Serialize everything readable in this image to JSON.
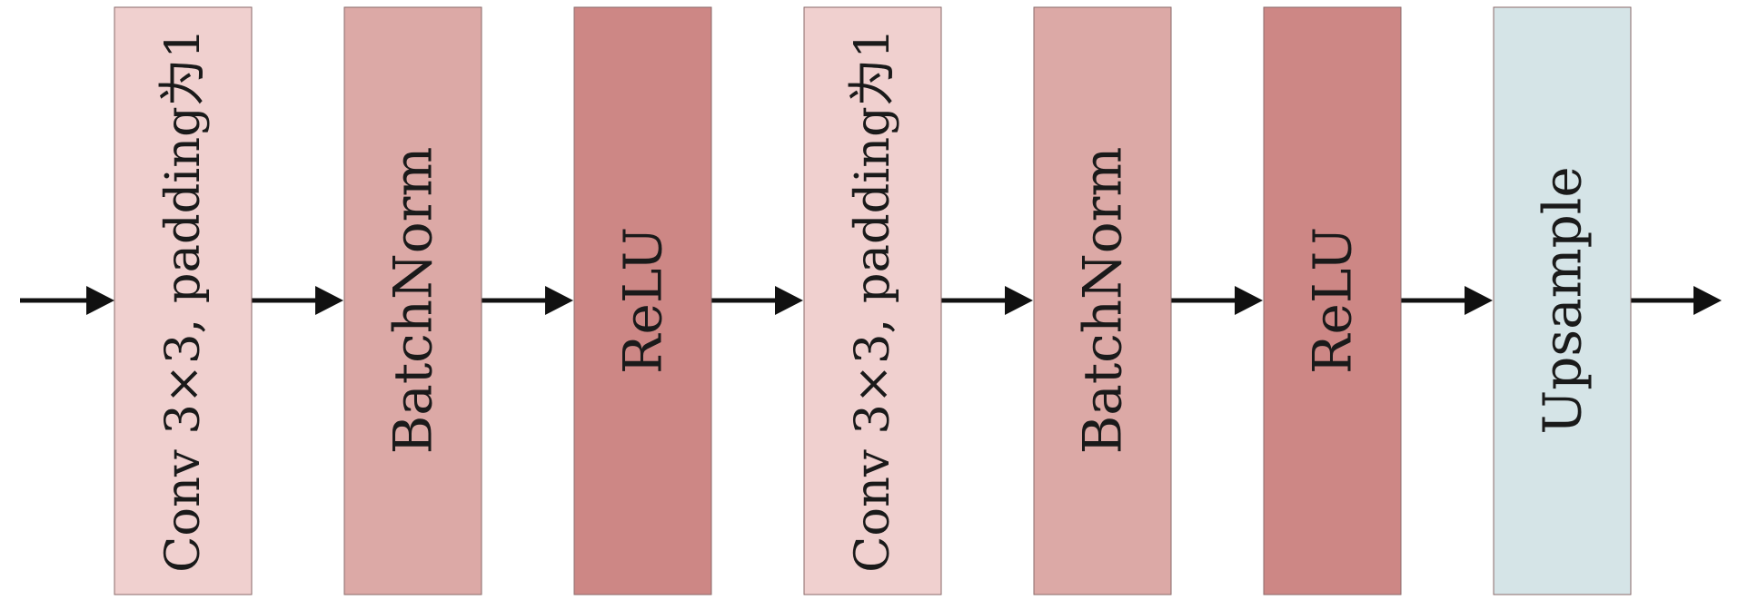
{
  "blocks": [
    {
      "label": "Conv 3×3, padding为1",
      "color": "#f0d0cf"
    },
    {
      "label": "BatchNorm",
      "color": "#dca9a6"
    },
    {
      "label": "ReLU",
      "color": "#cd8785"
    },
    {
      "label": "Conv 3×3, padding为1",
      "color": "#f0d0cf"
    },
    {
      "label": "BatchNorm",
      "color": "#dca9a6"
    },
    {
      "label": "ReLU",
      "color": "#cd8785"
    },
    {
      "label": "Upsample",
      "color": "#d5e4e7"
    }
  ],
  "arrow_color": "#111111"
}
